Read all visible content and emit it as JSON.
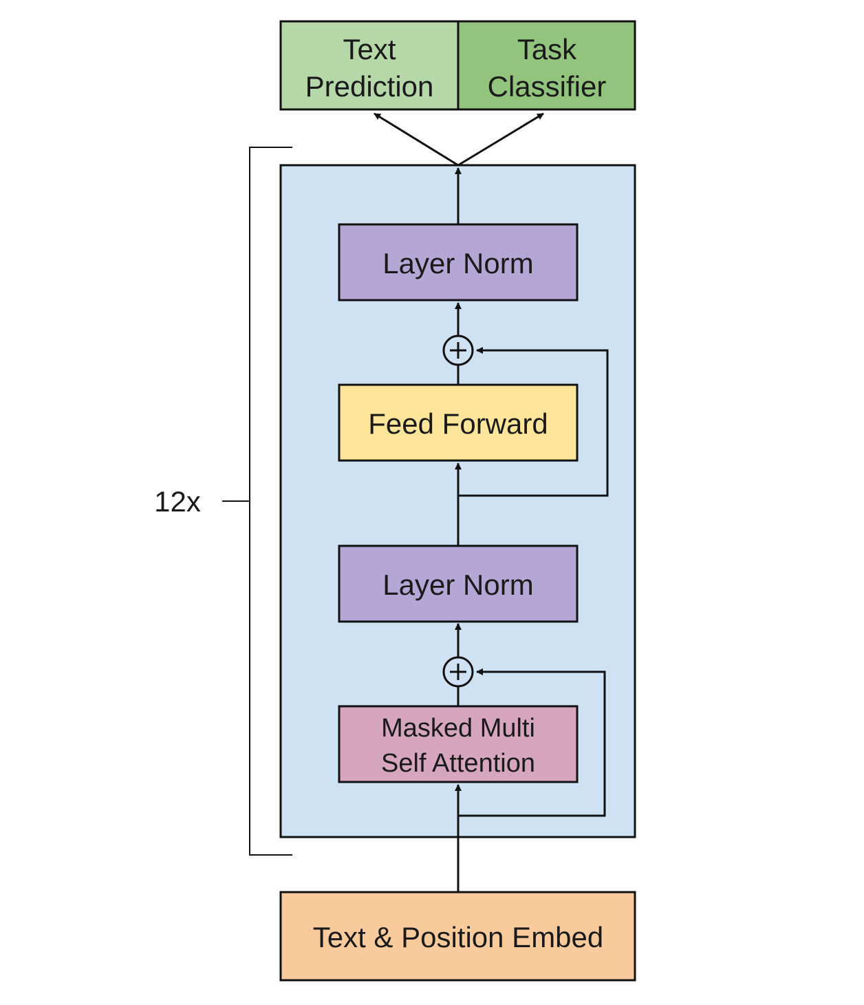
{
  "outputs": {
    "text_prediction": {
      "line1": "Text",
      "line2": "Prediction",
      "color": "#b6d7a8"
    },
    "task_classifier": {
      "line1": "Task",
      "line2": "Classifier",
      "color": "#93c47d"
    }
  },
  "block": {
    "repeat_label": "12x",
    "background_color": "#cfe2f3",
    "layer_norm_top": {
      "label": "Layer Norm",
      "color": "#b4a7d6"
    },
    "feed_forward": {
      "label": "Feed Forward",
      "color": "#ffe599"
    },
    "layer_norm_bottom": {
      "label": "Layer Norm",
      "color": "#b4a7d6"
    },
    "masked_attention": {
      "line1": "Masked Multi",
      "line2": "Self Attention",
      "color": "#d5a6bd"
    }
  },
  "input": {
    "label": "Text & Position Embed",
    "color": "#f9cb9c"
  }
}
